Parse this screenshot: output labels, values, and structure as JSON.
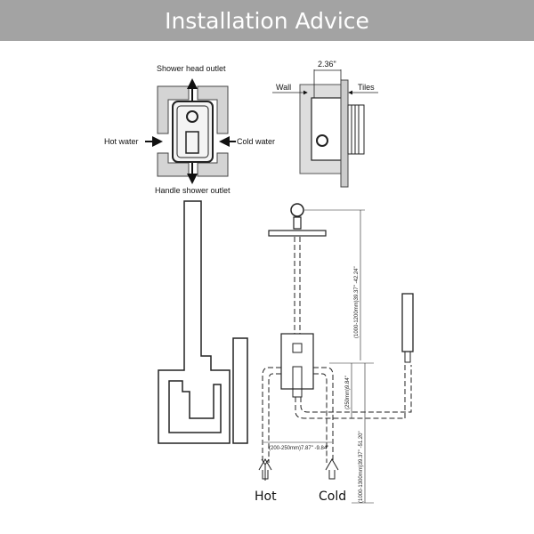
{
  "header": {
    "title": "Installation Advice",
    "background": "#a3a3a3"
  },
  "valve_front": {
    "top_label": "Shower head outlet",
    "bottom_label": "Handle shower outlet",
    "left_label": "Hot water",
    "right_label": "Cold water"
  },
  "valve_side": {
    "depth": "2.36\"",
    "wall_label": "Wall",
    "tiles_label": "Tiles"
  },
  "layout_diagram": {
    "dim_head_height": "(1000-1200mm)39.37\" -42.24\"",
    "dim_valve_to_hose": "(250mm)9.84\"",
    "dim_hose_height": "(1000-1300mm)39.37\" -51.20\"",
    "dim_inlet_spacing": "(200-250mm)7.87\" -9.84\"",
    "hot_label": "Hot",
    "cold_label": "Cold"
  }
}
